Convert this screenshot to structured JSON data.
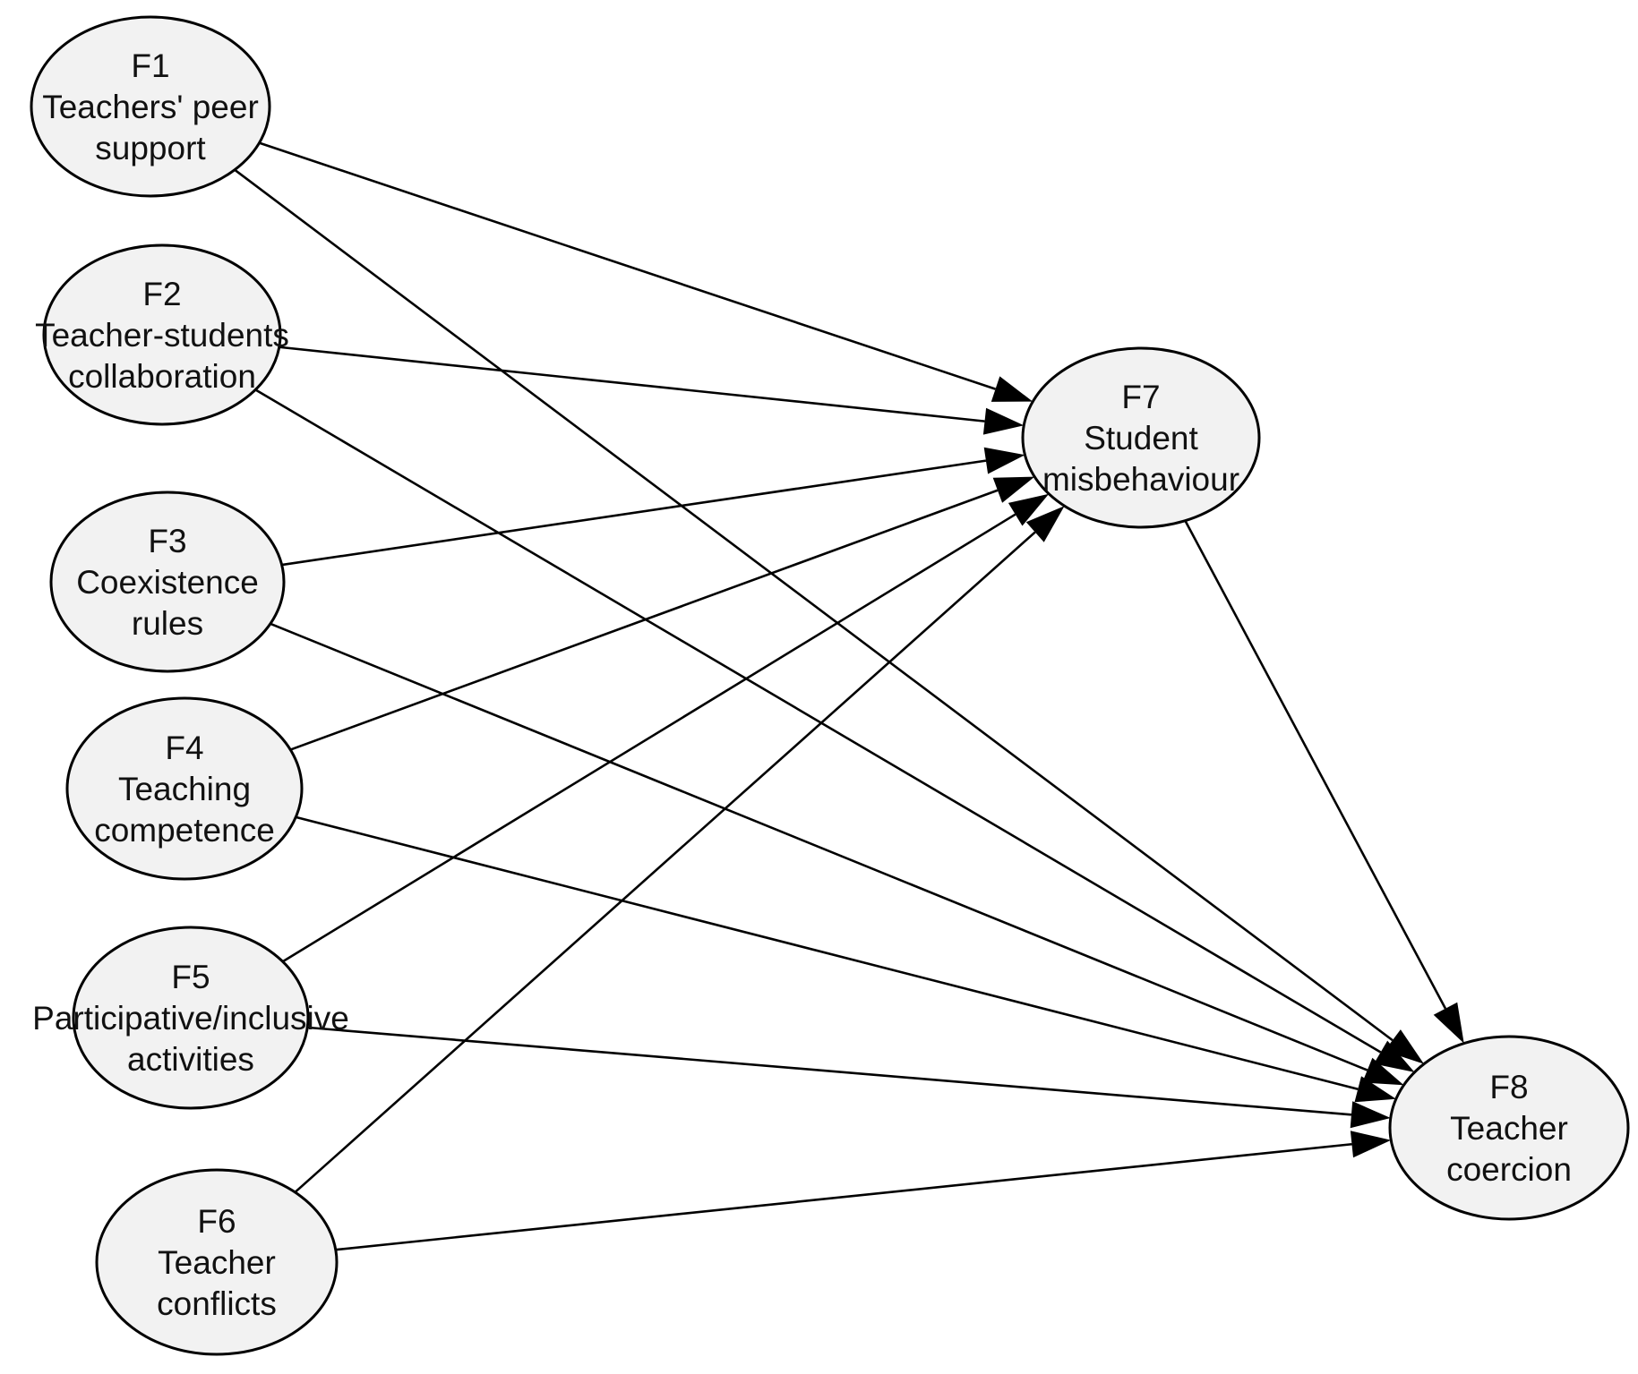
{
  "diagram": {
    "type": "path-diagram",
    "nodes": [
      {
        "id": "F1",
        "label": "F1",
        "lines": [
          "Teachers' peer",
          "support"
        ]
      },
      {
        "id": "F2",
        "label": "F2",
        "lines": [
          "Teacher-students",
          "collaboration"
        ]
      },
      {
        "id": "F3",
        "label": "F3",
        "lines": [
          "Coexistence",
          "rules"
        ]
      },
      {
        "id": "F4",
        "label": "F4",
        "lines": [
          "Teaching",
          "competence"
        ]
      },
      {
        "id": "F5",
        "label": "F5",
        "lines": [
          "Participative/inclusive",
          "activities"
        ]
      },
      {
        "id": "F6",
        "label": "F6",
        "lines": [
          "Teacher",
          "conflicts"
        ]
      },
      {
        "id": "F7",
        "label": "F7",
        "lines": [
          "Student",
          "misbehaviour"
        ]
      },
      {
        "id": "F8",
        "label": "F8",
        "lines": [
          "Teacher",
          "coercion"
        ]
      }
    ],
    "edges": [
      {
        "from": "F1",
        "to": "F7"
      },
      {
        "from": "F2",
        "to": "F7"
      },
      {
        "from": "F3",
        "to": "F7"
      },
      {
        "from": "F4",
        "to": "F7"
      },
      {
        "from": "F5",
        "to": "F7"
      },
      {
        "from": "F6",
        "to": "F7"
      },
      {
        "from": "F1",
        "to": "F8"
      },
      {
        "from": "F2",
        "to": "F8"
      },
      {
        "from": "F3",
        "to": "F8"
      },
      {
        "from": "F4",
        "to": "F8"
      },
      {
        "from": "F5",
        "to": "F8"
      },
      {
        "from": "F6",
        "to": "F8"
      },
      {
        "from": "F7",
        "to": "F8"
      }
    ]
  }
}
